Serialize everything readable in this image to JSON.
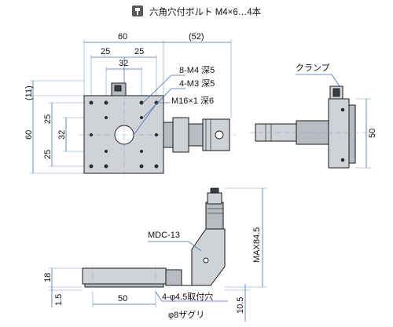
{
  "header": {
    "icon": "hex-socket-bolt-icon",
    "text": "六角穴付ボルト M4×6…4本"
  },
  "top_view": {
    "dim_width": "60",
    "dim_micrometer": "(52)",
    "dim_holes_left": "25",
    "dim_holes_right": "25",
    "dim_inner": "32",
    "dim_offset": "(11)",
    "dim_height": "60",
    "dim_v_upper": "25",
    "dim_v_inner": "32",
    "dim_v_lower": "25",
    "note_8m4": "8-M4 深5",
    "note_4m3": "4-M3 深5",
    "note_m16": "M16×1 深6"
  },
  "side_view": {
    "label_clamp": "クランプ",
    "dim_height": "50"
  },
  "front_view": {
    "label_micrometer": "MDC-13",
    "dim_max": "MAX84.5",
    "dim_thickness": "18",
    "dim_base": "1.5",
    "dim_width": "50",
    "dim_bottom": "10.5",
    "note_mount": "4-φ4.5取付穴",
    "note_counterbore": "φ8ザグリ"
  },
  "colors": {
    "dimension_line": "#4a6fb0",
    "metal": "#cfd3d8",
    "outline": "#1a1a1a"
  }
}
